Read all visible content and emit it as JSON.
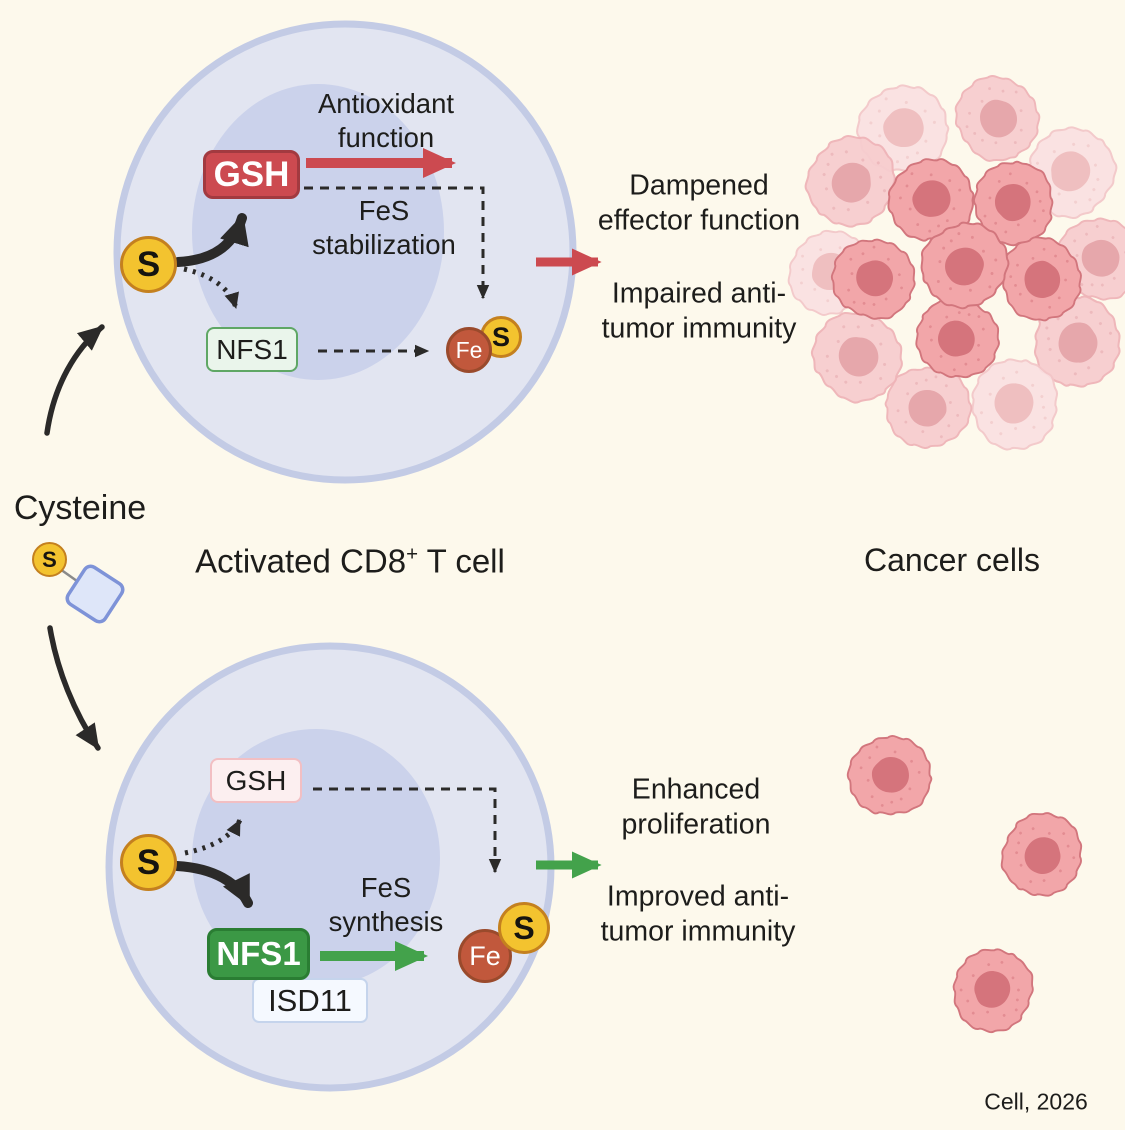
{
  "colors": {
    "background": "#FDF9EC",
    "ink": "#1D1D1B",
    "red": "#CC4A50",
    "red_dark": "#A23A40",
    "green": "#43A24B",
    "green_fill": "#3B9845",
    "green_dark": "#2A7D33",
    "yellow": "#F3C32F",
    "orange": "#C4801F",
    "fe": "#C1583C",
    "fe_dark": "#9A4A2C",
    "cell_fill": "#E2E5F1",
    "cell_border": "#C3CBE5",
    "nucleus": "#CBD2EB",
    "pink_cell": "#F2A6A9",
    "pink_cell_border": "#D2767D",
    "pink_nucleus": "#D5747C",
    "arrow_black": "#2B2A29",
    "diamond_fill": "#DEE6F9",
    "diamond_border": "#7E93D8"
  },
  "labels": {
    "cysteine": "Cysteine",
    "activated_pre": "Activated CD8",
    "activated_sup": "+",
    "activated_post": " T cell",
    "cancer_cells": "Cancer cells",
    "citation": "Cell, 2026"
  },
  "top": {
    "s_input": "S",
    "gsh": "GSH",
    "nfs1": "NFS1",
    "fe": "Fe",
    "s": "S",
    "antioxidant": "Antioxidant\nfunction",
    "fes_stabilization": "FeS\nstabilization",
    "dampened": "Dampened\neffector function",
    "impaired": "Impaired anti-\ntumor immunity"
  },
  "bottom": {
    "s_input": "S",
    "gsh": "GSH",
    "nfs1": "NFS1",
    "isd11": "ISD11",
    "fe": "Fe",
    "s": "S",
    "fes_synthesis": "FeS\nsynthesis",
    "enhanced": "Enhanced\nproliferation",
    "improved": "Improved anti-\ntumor immunity"
  },
  "molecule": {
    "s": "S"
  }
}
